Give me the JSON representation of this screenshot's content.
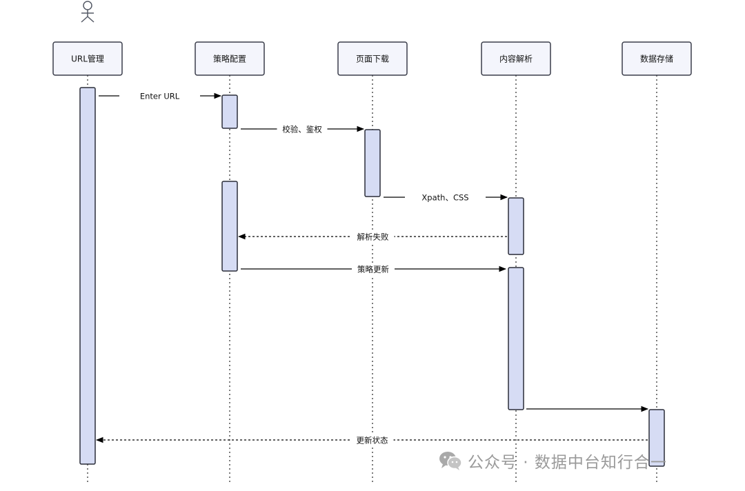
{
  "participants": [
    {
      "id": "url",
      "label": "URL管理"
    },
    {
      "id": "policy",
      "label": "策略配置"
    },
    {
      "id": "download",
      "label": "页面下载"
    },
    {
      "id": "parse",
      "label": "内容解析"
    },
    {
      "id": "store",
      "label": "数据存储"
    }
  ],
  "messages": [
    {
      "from": "url",
      "to": "policy",
      "label": "Enter URL",
      "style": "solid"
    },
    {
      "from": "policy",
      "to": "download",
      "label": "校验、鉴权",
      "style": "solid"
    },
    {
      "from": "download",
      "to": "parse",
      "label": "Xpath、CSS",
      "style": "solid"
    },
    {
      "from": "parse",
      "to": "policy",
      "label": "解析失败",
      "style": "dashed"
    },
    {
      "from": "policy",
      "to": "parse",
      "label": "策略更新",
      "style": "solid"
    },
    {
      "from": "parse",
      "to": "store",
      "label": "",
      "style": "solid"
    },
    {
      "from": "store",
      "to": "url",
      "label": "更新状态",
      "style": "dashed"
    }
  ],
  "watermark": {
    "icon": "wechat-icon",
    "text": "公众号 · 数据中台知行合一"
  }
}
